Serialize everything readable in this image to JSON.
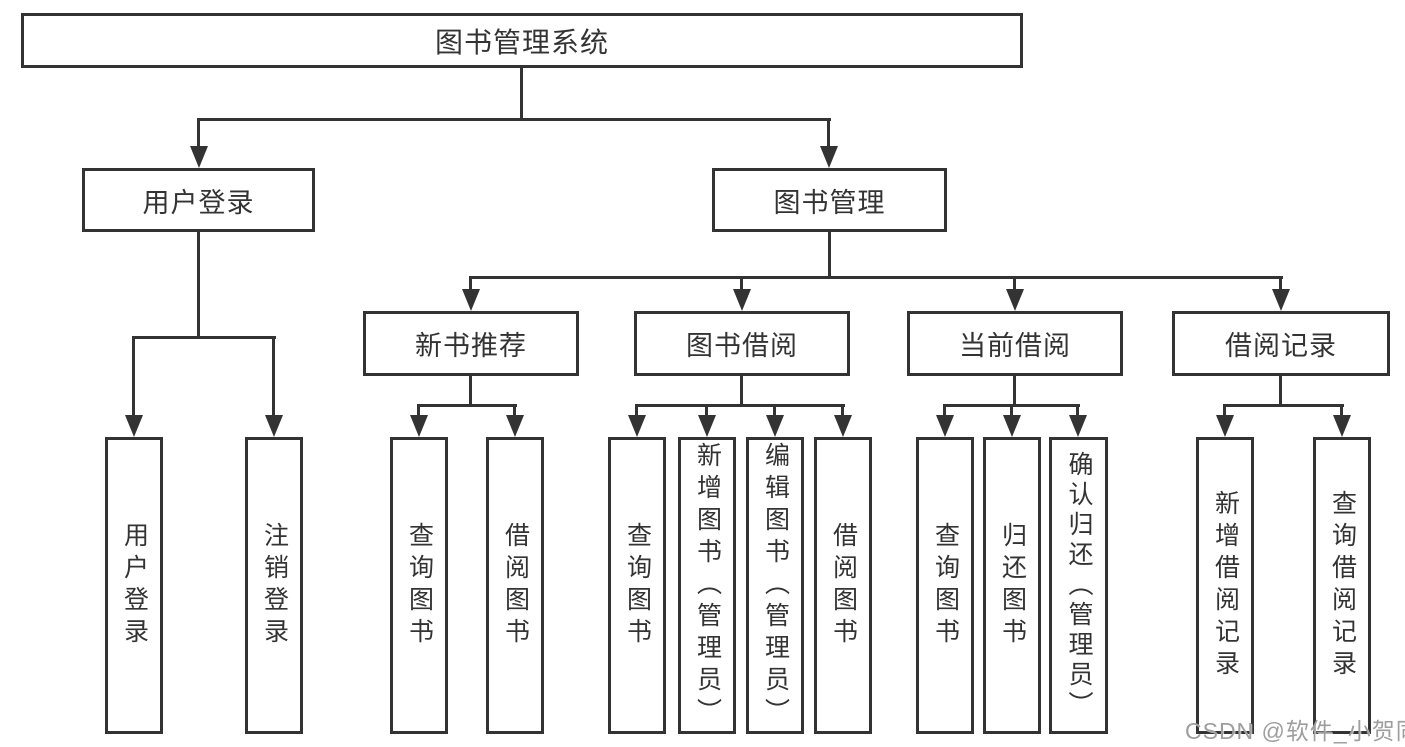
{
  "diagram": {
    "background_color": "#ffffff",
    "line_color": "#333333",
    "text_color": "#333333",
    "watermark": {
      "text": "CSDN @软件_小贺同学",
      "color": "#9e9e9e"
    },
    "nodes": {
      "root": {
        "label": "图书管理系统"
      },
      "level2": [
        {
          "label": "用户登录"
        },
        {
          "label": "图书管理"
        }
      ],
      "level3": [
        {
          "label": "新书推荐"
        },
        {
          "label": "图书借阅"
        },
        {
          "label": "当前借阅"
        },
        {
          "label": "借阅记录"
        }
      ],
      "leaves": {
        "g1": [
          {
            "label": "用户登录"
          },
          {
            "label": "注销登录"
          }
        ],
        "g2": [
          {
            "label": "查询图书"
          },
          {
            "label": "借阅图书"
          }
        ],
        "g3": [
          {
            "label": "查询图书"
          },
          {
            "label": "新增图书（管理员）"
          },
          {
            "label": "编辑图书（管理员）"
          },
          {
            "label": "借阅图书"
          }
        ],
        "g4": [
          {
            "label": "查询图书"
          },
          {
            "label": "归还图书"
          },
          {
            "label": "确认归还（管理员）"
          }
        ],
        "g5": [
          {
            "label": "新增借阅记录"
          },
          {
            "label": "查询借阅记录"
          }
        ]
      }
    }
  }
}
